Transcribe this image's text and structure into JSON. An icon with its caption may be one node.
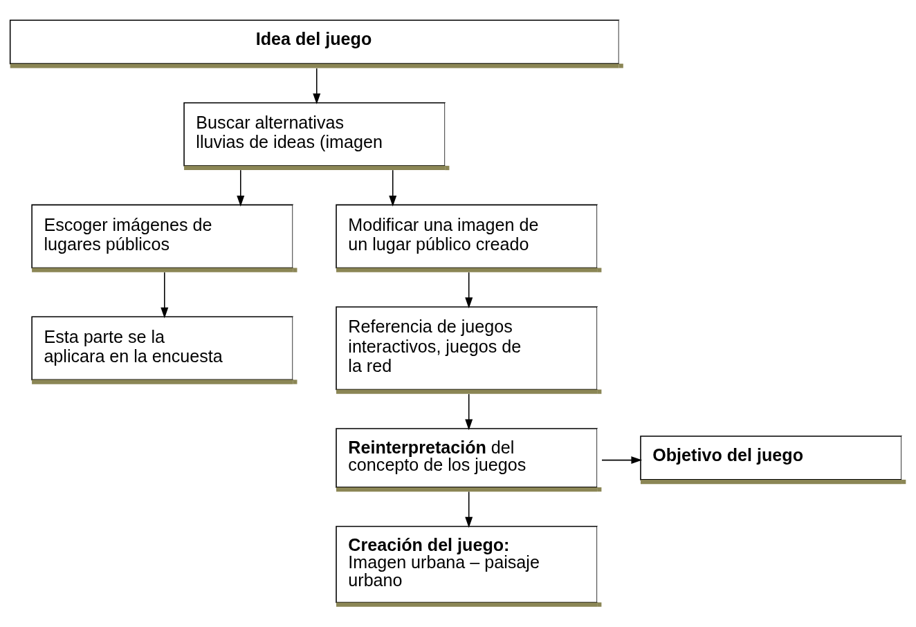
{
  "diagram": {
    "nodes": [
      {
        "text": [
          "Idea del juego"
        ]
      },
      {
        "text": [
          "Buscar alternativas lluvias de ideas (imagen"
        ]
      },
      {
        "text": [
          "Escoger imágenes de lugares públicos"
        ]
      },
      {
        "text": [
          "Modificar una imagen de un lugar público creado"
        ]
      },
      {
        "text": [
          "Esta parte se la aplicara en la encuesta"
        ]
      },
      {
        "text": [
          "Referencia de juegos interactivos, juegos de la red"
        ]
      },
      {
        "text": [
          "**Reinterpretación** del concepto de los juegos"
        ]
      },
      {
        "text": [
          "Objetivo del juego"
        ]
      },
      {
        "text": [
          "Creación del juego:",
          "Imagen urbana – paisaje urbano"
        ]
      }
    ],
    "edges": [
      {
        "from": 0,
        "to": 1,
        "arrow": "to"
      },
      {
        "from": 1,
        "to": 2,
        "arrow": "to"
      },
      {
        "from": 1,
        "to": 3,
        "arrow": "to"
      },
      {
        "from": 2,
        "to": 4,
        "arrow": "to"
      },
      {
        "from": 3,
        "to": 5,
        "arrow": "to"
      },
      {
        "from": 5,
        "to": 6,
        "arrow": "to"
      },
      {
        "from": 6,
        "to": 7,
        "arrow": "to"
      },
      {
        "from": 6,
        "to": 8,
        "arrow": "to"
      }
    ]
  }
}
